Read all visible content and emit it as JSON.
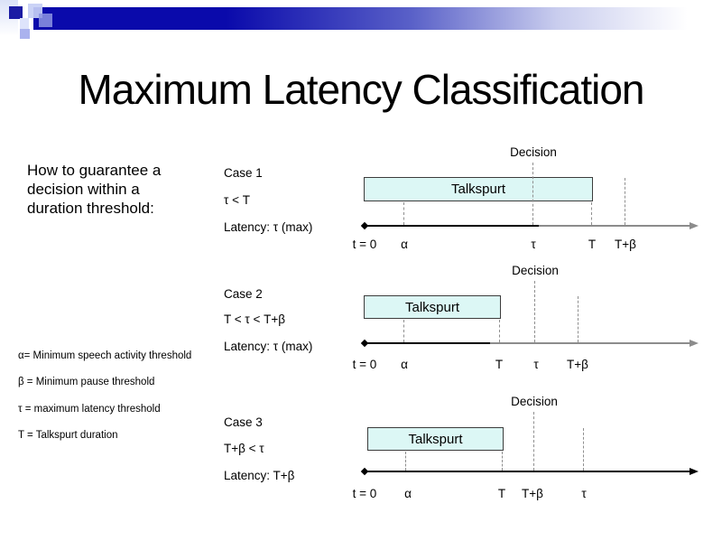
{
  "slide": {
    "title": "Maximum Latency Classification",
    "intro": "How to guarantee a decision within a duration threshold:",
    "legend": [
      "α= Minimum speech activity threshold",
      "β = Minimum pause threshold",
      "τ = maximum latency threshold",
      "T = Talkspurt duration"
    ],
    "cases": [
      {
        "name": "Case 1",
        "condition": "τ < T",
        "latency": "Latency: τ (max)",
        "decision_label": "Decision",
        "talkspurt_label": "Talkspurt",
        "ticks": [
          "t = 0",
          "α",
          "τ",
          "T",
          "T+β"
        ]
      },
      {
        "name": "Case 2",
        "condition": "T < τ < T+β",
        "latency": "Latency: τ (max)",
        "decision_label": "Decision",
        "talkspurt_label": "Talkspurt",
        "ticks": [
          "t = 0",
          "α",
          "T",
          "τ",
          "T+β"
        ]
      },
      {
        "name": "Case 3",
        "condition": "T+β < τ",
        "latency": "Latency: T+β",
        "decision_label": "Decision",
        "talkspurt_label": "Talkspurt",
        "ticks": [
          "t = 0",
          "α",
          "T",
          "T+β",
          "τ"
        ]
      }
    ],
    "colors": {
      "header_blue": "#0a0aab",
      "talkspurt_fill": "#dcf7f5"
    }
  }
}
